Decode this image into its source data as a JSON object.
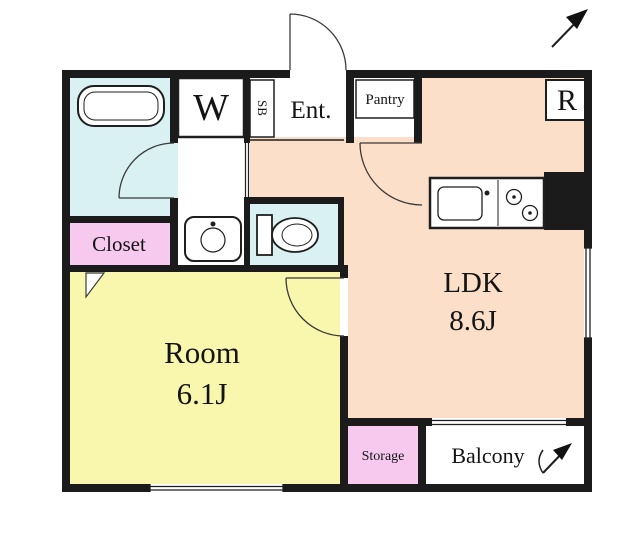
{
  "floorplan": {
    "rooms": {
      "ldk": {
        "label": "LDK",
        "area": "8.6J"
      },
      "bedroom": {
        "label": "Room",
        "area": "6.1J"
      },
      "entrance": {
        "label": "Ent."
      },
      "washer": {
        "label": "W"
      },
      "shoe_box": {
        "label": "SB"
      },
      "pantry": {
        "label": "Pantry"
      },
      "refrigerator": {
        "label": "R"
      },
      "closet": {
        "label": "Closet"
      },
      "storage": {
        "label": "Storage"
      },
      "balcony": {
        "label": "Balcony"
      }
    },
    "colors": {
      "wall": "#1b1b1b",
      "wet_area_cyan": "#d9f1f3",
      "accent_pink": "#f7c9ef",
      "ldk_peach": "#fbdfc9",
      "room_yellow": "#f9f6ad",
      "fixture_white": "#ffffff"
    },
    "icons": {
      "bathtub": "rounded-rect outline",
      "washbasin": "rounded square with bowl circle",
      "toilet": "tank plus oval bowl",
      "kitchen": "sink basin and two burner circles",
      "north_arrow": "diagonal arrow with solid head",
      "balcony_compass": "diagonal arrow with curved tail"
    }
  }
}
